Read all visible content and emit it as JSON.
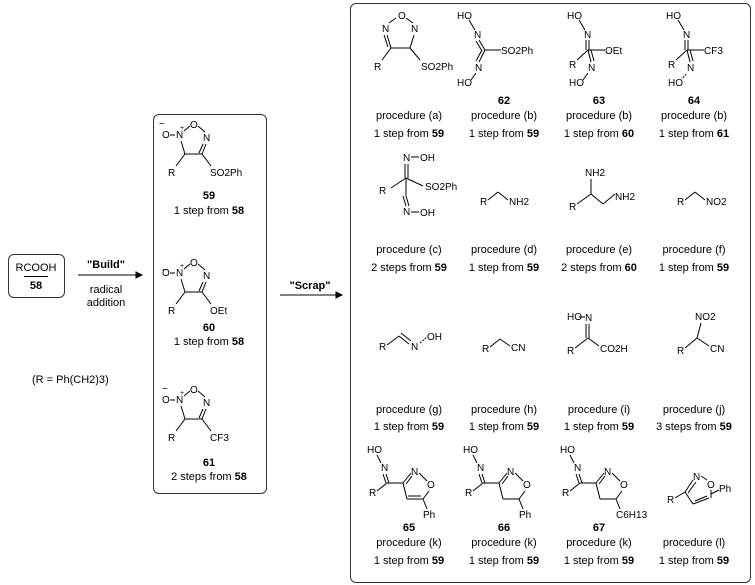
{
  "start": {
    "label": "RCOOH",
    "number": "58"
  },
  "r_definition": "(R = Ph(CH2)3)",
  "build_arrow": {
    "label": "\"Build\"",
    "sublabel_1": "radical",
    "sublabel_2": "addition"
  },
  "scrap_arrow": {
    "label": "\"Scrap\""
  },
  "middle": [
    {
      "number": "59",
      "steps_text": "1 step from",
      "steps_ref": "58"
    },
    {
      "number": "60",
      "steps_text": "1 step from",
      "steps_ref": "58"
    },
    {
      "number": "61",
      "steps_text": "2 steps from",
      "steps_ref": "58"
    }
  ],
  "products": [
    {
      "number": "",
      "procedure": "procedure (a)",
      "steps_text": "1 step from",
      "steps_ref": "59"
    },
    {
      "number": "62",
      "procedure": "procedure (b)",
      "steps_text": "1 step from",
      "steps_ref": "59"
    },
    {
      "number": "63",
      "procedure": "procedure (b)",
      "steps_text": "1 step from",
      "steps_ref": "60"
    },
    {
      "number": "64",
      "procedure": "procedure (b)",
      "steps_text": "1 step from",
      "steps_ref": "61"
    },
    {
      "number": "",
      "procedure": "procedure (c)",
      "steps_text": "2 steps from",
      "steps_ref": "59"
    },
    {
      "number": "",
      "procedure": "procedure (d)",
      "steps_text": "1 step from",
      "steps_ref": "59"
    },
    {
      "number": "",
      "procedure": "procedure (e)",
      "steps_text": "2 steps from",
      "steps_ref": "60"
    },
    {
      "number": "",
      "procedure": "procedure (f)",
      "steps_text": "1 step from",
      "steps_ref": "59"
    },
    {
      "number": "",
      "procedure": "procedure (g)",
      "steps_text": "1 step from",
      "steps_ref": "59"
    },
    {
      "number": "",
      "procedure": "procedure (h)",
      "steps_text": "1 step from",
      "steps_ref": "59"
    },
    {
      "number": "",
      "procedure": "procedure (i)",
      "steps_text": "1 step from",
      "steps_ref": "59"
    },
    {
      "number": "",
      "procedure": "procedure (j)",
      "steps_text": "3 steps from",
      "steps_ref": "59"
    },
    {
      "number": "65",
      "procedure": "procedure (k)",
      "steps_text": "1 step from",
      "steps_ref": "59"
    },
    {
      "number": "66",
      "procedure": "procedure (k)",
      "steps_text": "1 step from",
      "steps_ref": "59"
    },
    {
      "number": "67",
      "procedure": "procedure (k)",
      "steps_text": "1 step from",
      "steps_ref": "59"
    },
    {
      "number": "",
      "procedure": "procedure (l)",
      "steps_text": "1 step from",
      "steps_ref": "59"
    }
  ],
  "atoms": {
    "R": "R",
    "O": "O",
    "N": "N",
    "HO": "HO",
    "OH": "OH",
    "OEt": "OEt",
    "SO2Ph": "SO2Ph",
    "CF3": "CF3",
    "NH2": "NH2",
    "NO2": "NO2",
    "CN": "CN",
    "CO2H": "CO2H",
    "Ph": "Ph",
    "C6H13": "C6H13",
    "minus": "−",
    "plus": "+"
  }
}
